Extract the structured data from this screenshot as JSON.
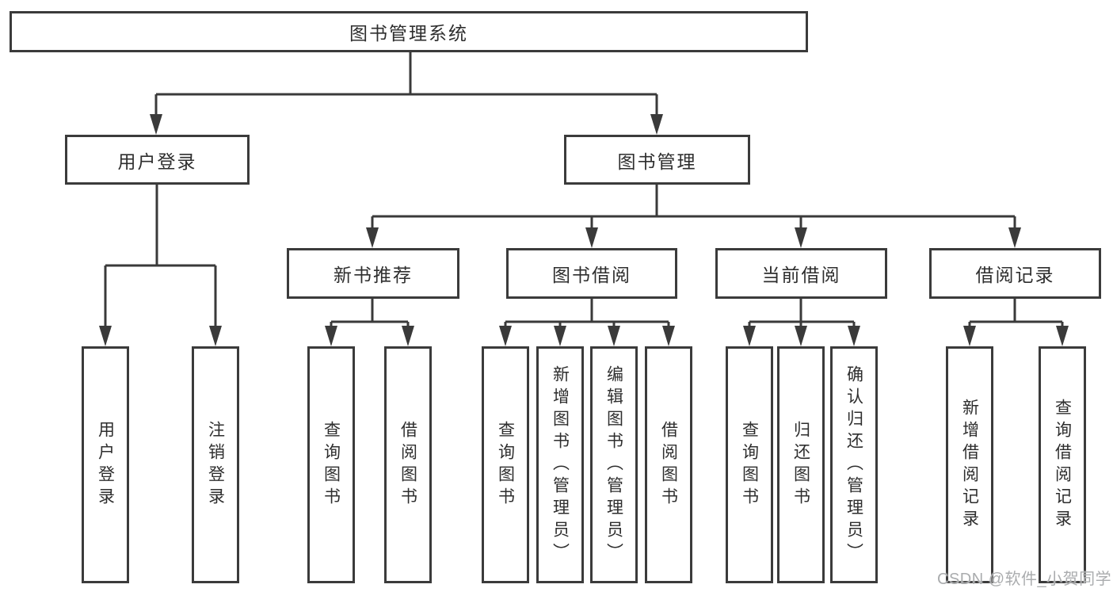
{
  "diagram": {
    "tree": {
      "label": "图书管理系统",
      "children": [
        {
          "label": "用户登录",
          "children": [
            {
              "label": "用户登录"
            },
            {
              "label": "注销登录"
            }
          ]
        },
        {
          "label": "图书管理",
          "children": [
            {
              "label": "新书推荐",
              "children": [
                {
                  "label": "查询图书"
                },
                {
                  "label": "借阅图书"
                }
              ]
            },
            {
              "label": "图书借阅",
              "children": [
                {
                  "label": "查询图书"
                },
                {
                  "label": "新增图书（管理员）"
                },
                {
                  "label": "编辑图书（管理员）"
                },
                {
                  "label": "借阅图书"
                }
              ]
            },
            {
              "label": "当前借阅",
              "children": [
                {
                  "label": "查询图书"
                },
                {
                  "label": "归还图书"
                },
                {
                  "label": "确认归还（管理员）"
                }
              ]
            },
            {
              "label": "借阅记录",
              "children": [
                {
                  "label": "新增借阅记录"
                },
                {
                  "label": "查询借阅记录"
                }
              ]
            }
          ]
        }
      ]
    },
    "colors": {
      "line": "#3a3a3a",
      "box_border": "#3b3b3b",
      "box_background": "#ffffff",
      "text": "#2e2e2e",
      "watermark": "#aaacae"
    }
  },
  "watermark": {
    "text": "CSDN @软件_小贺同学"
  }
}
